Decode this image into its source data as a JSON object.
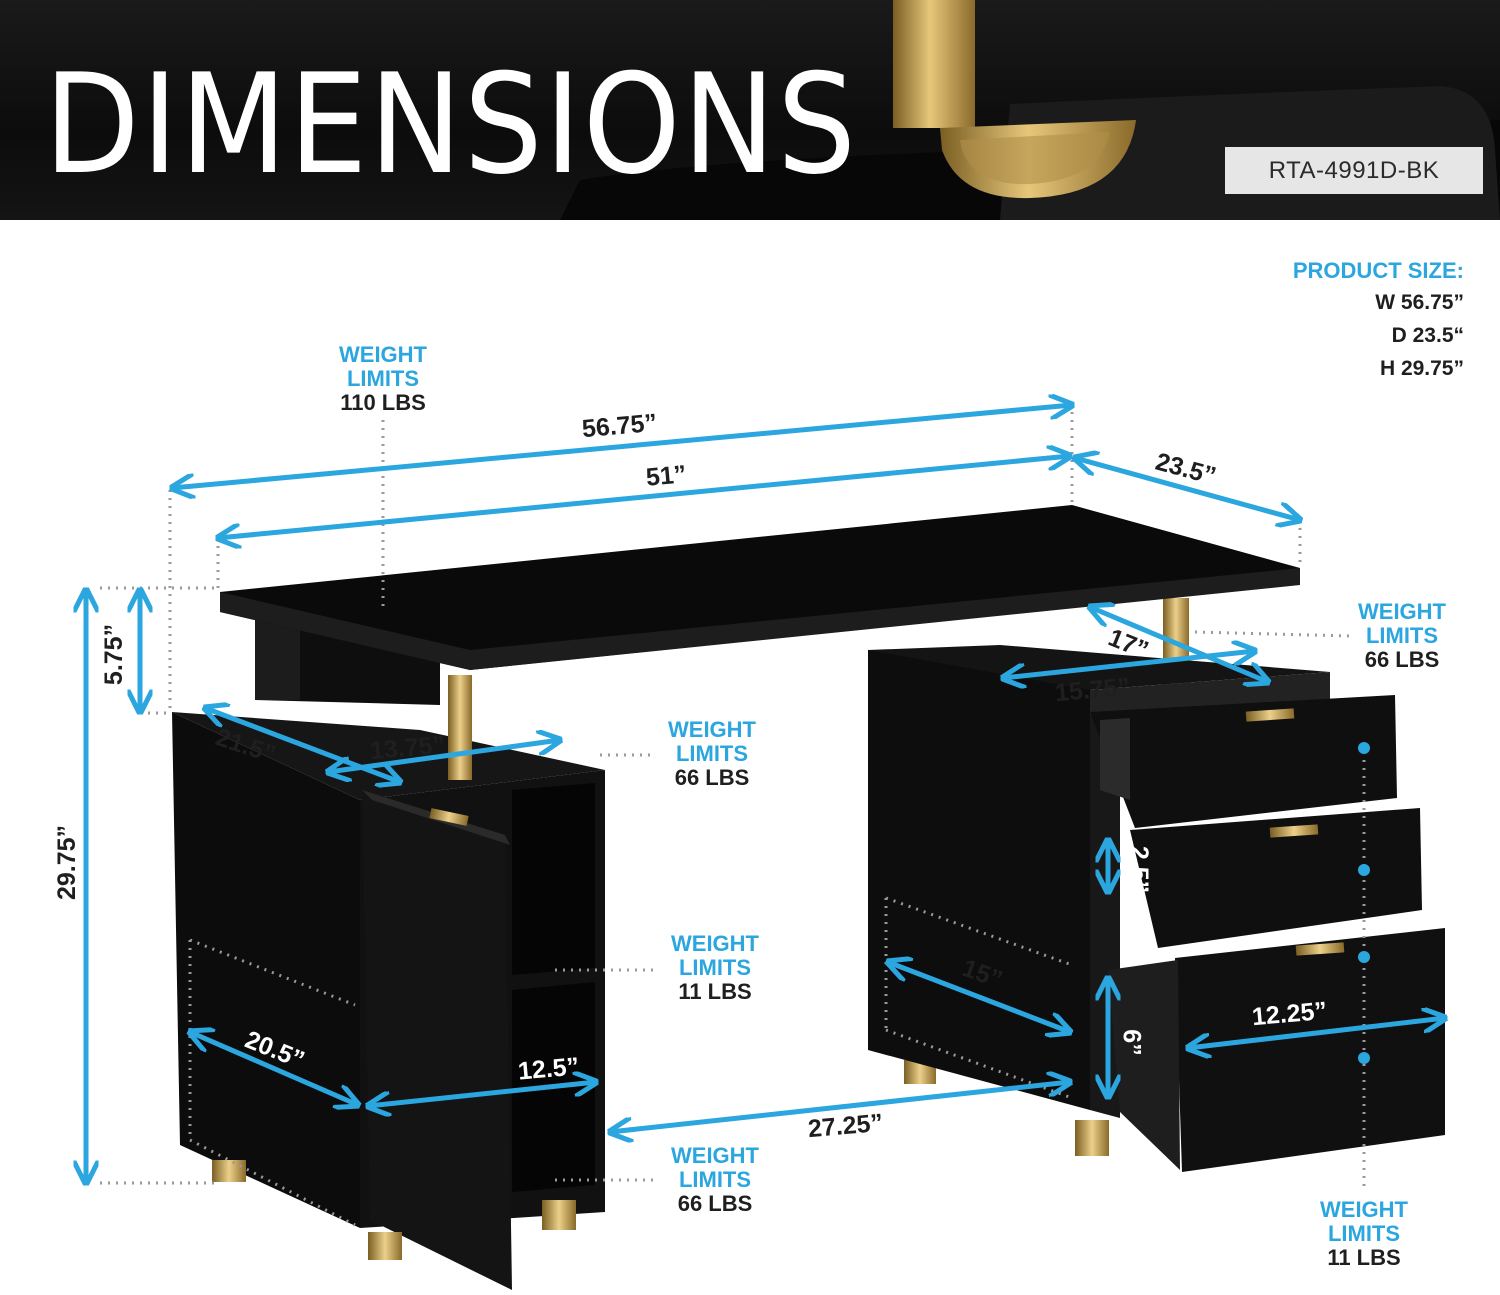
{
  "header": {
    "title": "DIMENSIONS",
    "model": "RTA-4991D-BK"
  },
  "product_size": {
    "title": "PRODUCT SIZE:",
    "width": "W 56.75”",
    "depth": "D 23.5“",
    "height": "H 29.75”"
  },
  "weight_labels": {
    "top": {
      "l1": "WEIGHT",
      "l2": "LIMITS",
      "val": "110 LBS"
    },
    "right_shelf": {
      "l1": "WEIGHT",
      "l2": "LIMITS",
      "val": "66 LBS"
    },
    "left_top": {
      "l1": "WEIGHT",
      "l2": "LIMITS",
      "val": "66 LBS"
    },
    "left_mid": {
      "l1": "WEIGHT",
      "l2": "LIMITS",
      "val": "11 LBS"
    },
    "left_bottom": {
      "l1": "WEIGHT",
      "l2": "LIMITS",
      "val": "66 LBS"
    },
    "drawers": {
      "l1": "WEIGHT",
      "l2": "LIMITS",
      "val": "11 LBS"
    }
  },
  "dimensions": {
    "total_width": "56.75”",
    "inner_width": "51”",
    "depth": "23.5”",
    "riser_height": "5.75”",
    "total_height": "29.75”",
    "left_depth": "21.5”",
    "left_shelf_depth": "13.75”",
    "right_shelf_depth": "17”",
    "right_shelf_width": "15.75”",
    "drawer_height_small": "2.5”",
    "cabinet_side": "15”",
    "drawer_height_large": "6”",
    "drawer_width": "12.25”",
    "left_cabinet_depth": "20.5”",
    "left_shelf_width": "12.5”",
    "knee_space": "27.25”"
  },
  "colors": {
    "accent": "#2ba6df",
    "desk": "#0b0b0b",
    "gold": "#c9a24a",
    "header_bg": "#111111",
    "badge_bg": "#e6e6e6"
  }
}
